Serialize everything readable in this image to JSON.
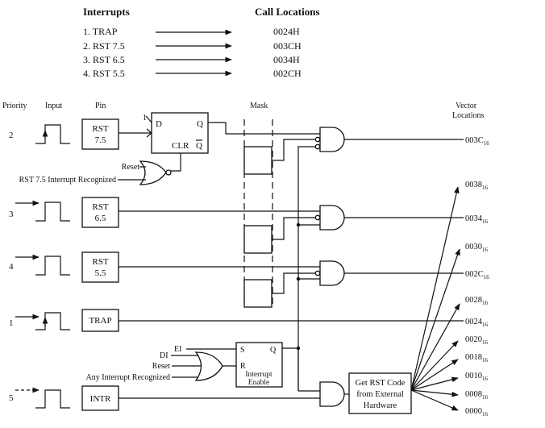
{
  "table": {
    "header_interrupts": "Interrupts",
    "header_call": "Call Locations",
    "rows": [
      {
        "name": "1. TRAP",
        "loc": "0024H"
      },
      {
        "name": "2. RST 7.5",
        "loc": "003CH"
      },
      {
        "name": "3. RST 6.5",
        "loc": "0034H"
      },
      {
        "name": "4. RST 5.5",
        "loc": "002CH"
      }
    ]
  },
  "columns": {
    "priority": "Priority",
    "input": "Input",
    "pin": "Pin",
    "mask": "Mask",
    "vector": "Vector",
    "locations": "Locations"
  },
  "priorities": [
    "2",
    "3",
    "4",
    "1",
    "5"
  ],
  "pins": {
    "rst75_a": "RST",
    "rst75_b": "7.5",
    "rst65_a": "RST",
    "rst65_b": "6.5",
    "rst55_a": "RST",
    "rst55_b": "5.5",
    "trap": "TRAP",
    "intr": "INTR"
  },
  "flipflop": {
    "d": "D",
    "q": "Q",
    "clr": "CLR",
    "qbar": "Q",
    "one": "1"
  },
  "reset_logic": {
    "reset": "Reset",
    "recognized": "RST 7.5 Interrupt Recognized"
  },
  "enable_logic": {
    "ei": "EI",
    "di": "DI",
    "reset": "Reset",
    "any": "Any Interrupt Recognized",
    "s": "S",
    "r": "R",
    "q": "Q",
    "label1": "Interrupt",
    "label2": "Enable"
  },
  "rst_code": {
    "l1": "Get RST Code",
    "l2": "from External",
    "l3": "Hardware"
  },
  "vectors": [
    {
      "main": "003C",
      "sub": "16"
    },
    {
      "main": "0038",
      "sub": "16"
    },
    {
      "main": "0034",
      "sub": "16"
    },
    {
      "main": "0030",
      "sub": "16"
    },
    {
      "main": "002C",
      "sub": "16"
    },
    {
      "main": "0028",
      "sub": "16"
    },
    {
      "main": "0024",
      "sub": "16"
    },
    {
      "main": "0020",
      "sub": "16"
    },
    {
      "main": "0018",
      "sub": "16"
    },
    {
      "main": "0010",
      "sub": "16"
    },
    {
      "main": "0008",
      "sub": "16"
    },
    {
      "main": "0000",
      "sub": "16"
    }
  ]
}
